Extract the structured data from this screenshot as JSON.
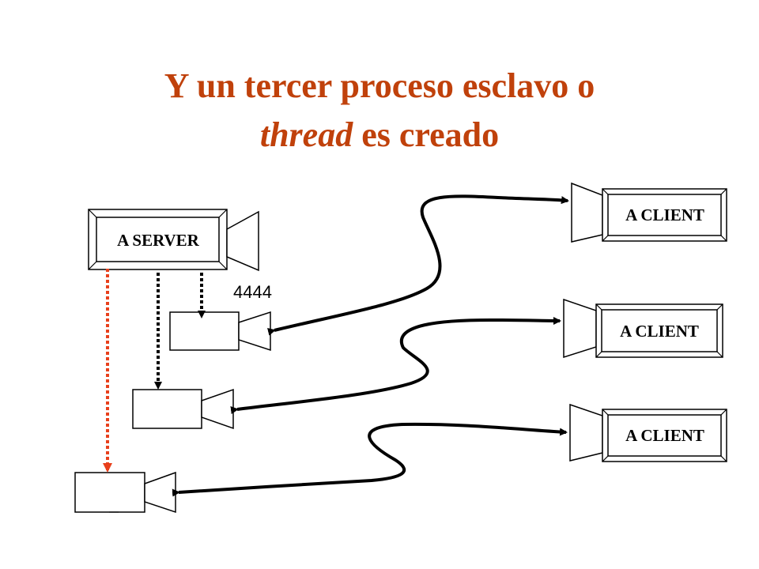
{
  "slide": {
    "title_line1": "Y un tercer proceso esclavo o",
    "title_line2_italic": "thread",
    "title_line2_rest": " es creado"
  },
  "server": {
    "label": "A SERVER"
  },
  "port": {
    "label": "4444"
  },
  "clients": [
    {
      "label": "A CLIENT"
    },
    {
      "label": "A CLIENT"
    },
    {
      "label": "A CLIENT"
    }
  ],
  "colors": {
    "title": "#c0410b",
    "new_thread_arrow": "#e8401c",
    "lines": "#000000",
    "background": "#ffffff"
  }
}
